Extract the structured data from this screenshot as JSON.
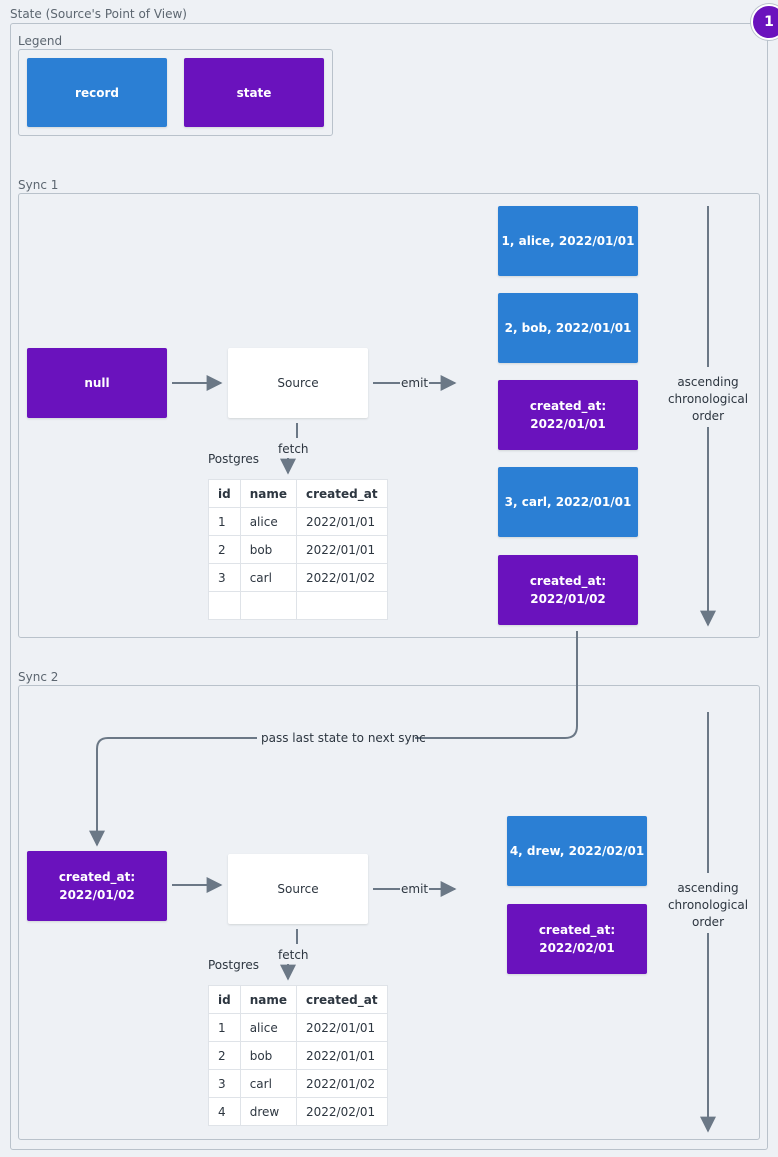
{
  "page": {
    "outer_title": "State (Source's Point of View)",
    "badge": "1"
  },
  "legend": {
    "title": "Legend",
    "record_label": "record",
    "state_label": "state"
  },
  "sync1": {
    "title": "Sync 1",
    "input_state": "null",
    "source_label": "Source",
    "emit_label": "emit",
    "fetch_label": "fetch",
    "db_label": "Postgres",
    "outputs": [
      {
        "kind": "record",
        "text": "1, alice, 2022/01/01"
      },
      {
        "kind": "record",
        "text": "2, bob, 2022/01/01"
      },
      {
        "kind": "state",
        "line1": "created_at:",
        "line2": "2022/01/01"
      },
      {
        "kind": "record",
        "text": "3, carl, 2022/01/01"
      },
      {
        "kind": "state",
        "line1": "created_at:",
        "line2": "2022/01/02"
      }
    ],
    "order_label": [
      "ascending",
      "chronological",
      "order"
    ],
    "table": {
      "headers": [
        "id",
        "name",
        "created_at"
      ],
      "rows": [
        [
          "1",
          "alice",
          "2022/01/01"
        ],
        [
          "2",
          "bob",
          "2022/01/01"
        ],
        [
          "3",
          "carl",
          "2022/01/02"
        ],
        [
          "",
          "",
          ""
        ]
      ]
    }
  },
  "pass_label": "pass last state to next sync",
  "sync2": {
    "title": "Sync 2",
    "input_state": {
      "line1": "created_at:",
      "line2": "2022/01/02"
    },
    "source_label": "Source",
    "emit_label": "emit",
    "fetch_label": "fetch",
    "db_label": "Postgres",
    "outputs": [
      {
        "kind": "record",
        "text": "4, drew, 2022/02/01"
      },
      {
        "kind": "state",
        "line1": "created_at:",
        "line2": "2022/02/01"
      }
    ],
    "order_label": [
      "ascending",
      "chronological",
      "order"
    ],
    "table": {
      "headers": [
        "id",
        "name",
        "created_at"
      ],
      "rows": [
        [
          "1",
          "alice",
          "2022/01/01"
        ],
        [
          "2",
          "bob",
          "2022/01/01"
        ],
        [
          "3",
          "carl",
          "2022/01/02"
        ],
        [
          "4",
          "drew",
          "2022/02/01"
        ]
      ]
    }
  },
  "colors": {
    "record": "#2b7fd4",
    "state": "#6a12bd",
    "source": "#ffffff",
    "connector": "#6b7886",
    "frame_border": "#b9c2cb",
    "background": "#eef1f5"
  }
}
